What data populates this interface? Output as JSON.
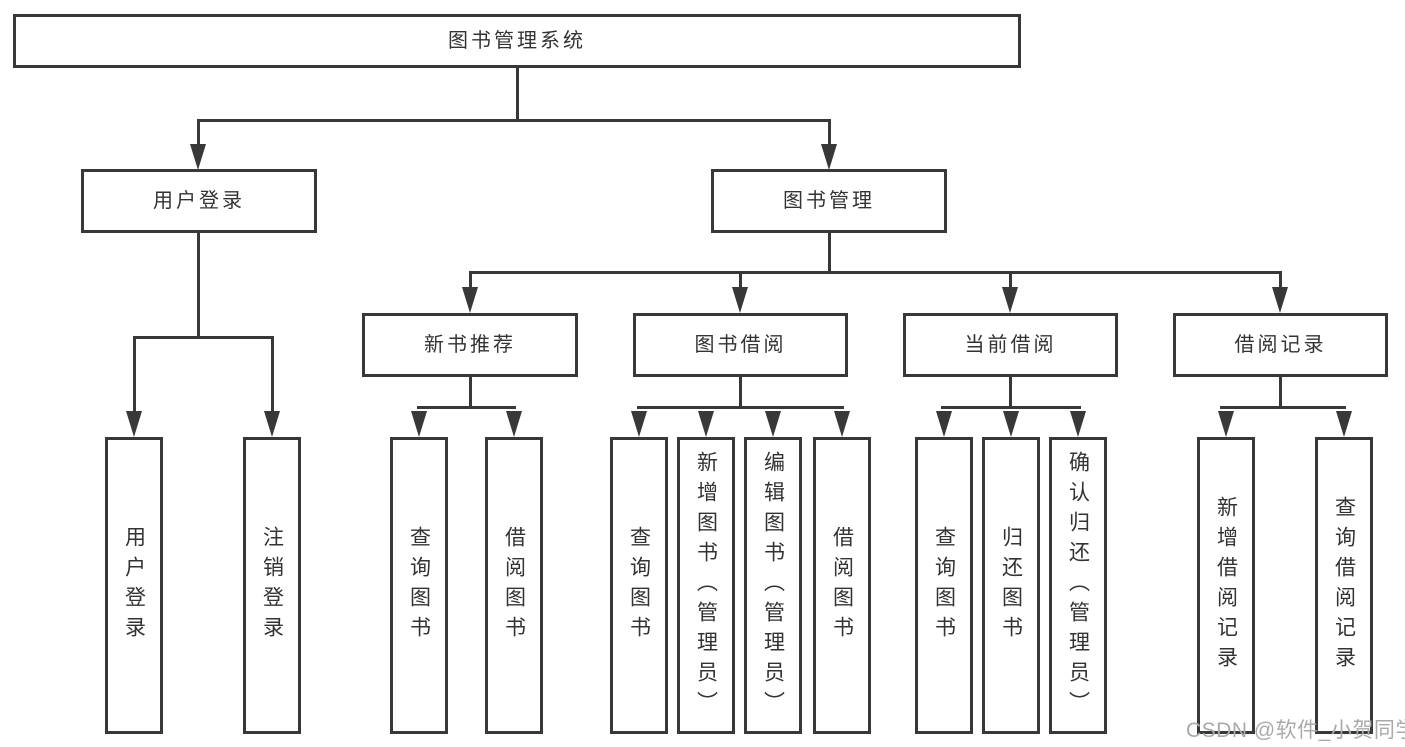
{
  "nodes": {
    "root": {
      "label": "图书管理系统"
    },
    "level2": [
      {
        "label": "用户登录"
      },
      {
        "label": "图书管理"
      }
    ],
    "level3": [
      {
        "label": "新书推荐",
        "parent": "图书管理"
      },
      {
        "label": "图书借阅",
        "parent": "图书管理"
      },
      {
        "label": "当前借阅",
        "parent": "图书管理"
      },
      {
        "label": "借阅记录",
        "parent": "图书管理"
      }
    ],
    "leaves": [
      {
        "label": "用户登录",
        "parent": "用户登录"
      },
      {
        "label": "注销登录",
        "parent": "用户登录"
      },
      {
        "label": "查询图书",
        "parent": "新书推荐"
      },
      {
        "label": "借阅图书",
        "parent": "新书推荐"
      },
      {
        "label": "查询图书",
        "parent": "图书借阅"
      },
      {
        "label": "新增图书（管理员）",
        "parent": "图书借阅"
      },
      {
        "label": "编辑图书（管理员）",
        "parent": "图书借阅"
      },
      {
        "label": "借阅图书",
        "parent": "图书借阅"
      },
      {
        "label": "查询图书",
        "parent": "当前借阅"
      },
      {
        "label": "归还图书",
        "parent": "当前借阅"
      },
      {
        "label": "确认归还（管理员）",
        "parent": "当前借阅"
      },
      {
        "label": "新增借阅记录",
        "parent": "借阅记录"
      },
      {
        "label": "查询借阅记录",
        "parent": "借阅记录"
      }
    ]
  },
  "watermark": {
    "text": "CSDN @软件_小贺同学"
  },
  "colors": {
    "line": "#383838",
    "text": "#333333",
    "background": "#ffffff",
    "watermark": "#aaaaaa"
  }
}
